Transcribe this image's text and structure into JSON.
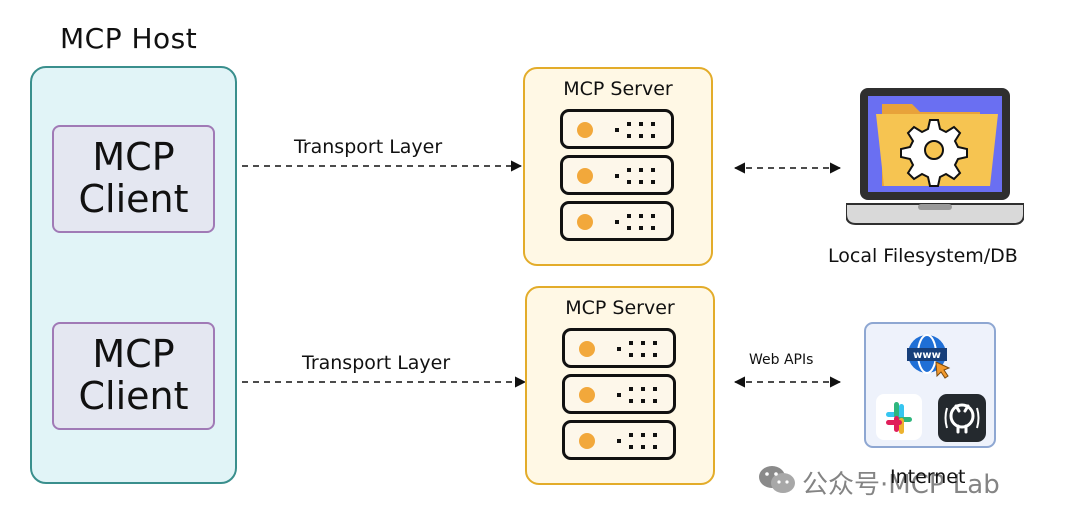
{
  "host": {
    "title": "MCP Host"
  },
  "clients": [
    {
      "line1": "MCP",
      "line2": "Client"
    },
    {
      "line1": "MCP",
      "line2": "Client"
    }
  ],
  "servers": [
    {
      "title": "MCP Server",
      "transport_label": "Transport Layer"
    },
    {
      "title": "MCP Server",
      "transport_label": "Transport Layer"
    }
  ],
  "resources": {
    "filesystem_label": "Local Filesystem/DB",
    "web_apis_label": "Web APIs",
    "internet_label": "Internet",
    "www_text": "www"
  },
  "watermark": {
    "text": "公众号·MCP Lab"
  },
  "colors": {
    "host_bg": "#e1f4f7",
    "host_border": "#3a8f8d",
    "client_bg": "#e4e7f1",
    "client_border": "#a07ab6",
    "server_bg": "#fff8e5",
    "server_border": "#e3ac2a",
    "led": "#f2a83b",
    "folder": "#f6c451",
    "screen": "#6a6ff2"
  }
}
